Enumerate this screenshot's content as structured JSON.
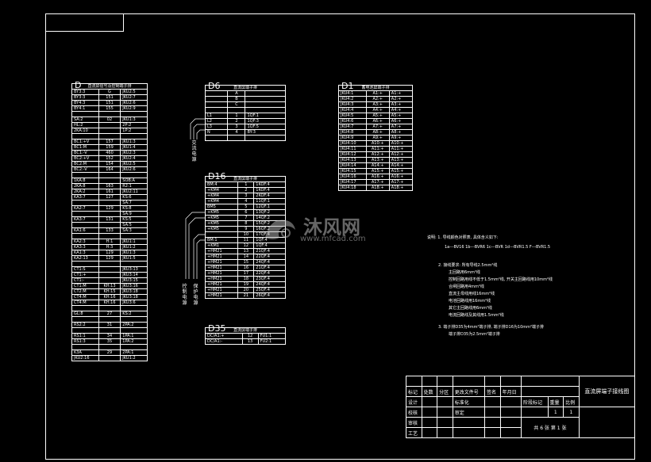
{
  "tableD": {
    "code": "D",
    "title": "直流屏信号及控制端子排",
    "rows": [
      [
        "BY3:3",
        "G",
        "JKU2:5"
      ],
      [
        "BY3:3",
        "151",
        "JKU2:7"
      ],
      [
        "BY4:3",
        "151",
        "JKU2:6"
      ],
      [
        "BY4:1",
        "155",
        "JKU2:9"
      ],
      [
        "",
        "",
        ""
      ],
      [
        "SA:2",
        "02",
        "JKU1:3"
      ],
      [
        "HL:2",
        "",
        "2P:2"
      ],
      [
        "2KA:10",
        "",
        "1P:2"
      ],
      [
        "",
        "",
        ""
      ],
      [
        "BC1:+V",
        "157",
        "JKU1:3"
      ],
      [
        "BC1:M",
        "159",
        "JKU1:4"
      ],
      [
        "BC1:-V",
        "460",
        "JKU2:3"
      ],
      [
        "BC2:+V",
        "152",
        "JKU2:4"
      ],
      [
        "BC2:M",
        "154",
        "JKU2:5"
      ],
      [
        "BC2:-V",
        "164",
        "JKU2:6"
      ],
      [
        "",
        "",
        ""
      ],
      [
        "1KA:8",
        "",
        "SOB:A"
      ],
      [
        "2KA:8",
        "163",
        "R2:1"
      ],
      [
        "2KA:2",
        "161",
        "JKU2:11"
      ],
      [
        "KA3:7",
        "127",
        "KS:6"
      ],
      [
        "",
        "",
        "SA:7"
      ],
      [
        "KA2:7",
        "129",
        "KS:8"
      ],
      [
        "",
        "",
        "SA:9"
      ],
      [
        "KA3:7",
        "131",
        "KS:5"
      ],
      [
        "",
        "",
        "SA:5"
      ],
      [
        "KA1:6",
        "133",
        "SA:3"
      ],
      [
        "",
        "",
        ""
      ],
      [
        "KA2:3",
        "H:1",
        "JKU1:1"
      ],
      [
        "KA3:3",
        "H:3",
        "JKU1:2"
      ],
      [
        "KA1:3",
        "129",
        "JKU1:3"
      ],
      [
        "KA2:13",
        "129",
        "JKU1:5"
      ],
      [
        "",
        "",
        ""
      ],
      [
        "CT1:S",
        "",
        "JKU3:13"
      ],
      [
        "CT1:+",
        "",
        "JKU3:14"
      ],
      [
        "CT1:-",
        "",
        "JKU3:15"
      ],
      [
        "CT1:M",
        "KH:13",
        "JKU3:16"
      ],
      [
        "CT2:M",
        "KH:15",
        "JKU3:18"
      ],
      [
        "CT4:M",
        "KH:16",
        "JKU3:18"
      ],
      [
        "CT4:M",
        "KH:16",
        "JKU3:6"
      ],
      [
        "",
        "",
        ""
      ],
      [
        "GL:8",
        "27",
        "KS:2"
      ],
      [
        "",
        "",
        ""
      ],
      [
        "RS2:2",
        "31",
        "2PA:2"
      ],
      [
        "",
        "",
        ""
      ],
      [
        "RS1:1",
        "34",
        "1PA:1"
      ],
      [
        "RS1:3",
        "35",
        "1PA:2"
      ],
      [
        "",
        "",
        ""
      ],
      [
        "K3A",
        "29",
        "2PA:1"
      ],
      [
        "JKU2:16",
        "",
        "JKU1:2"
      ]
    ]
  },
  "tableD6": {
    "code": "D6",
    "title": "直流屏端子排",
    "rows": [
      [
        "",
        "A",
        ""
      ],
      [
        "",
        "B",
        ""
      ],
      [
        "",
        "C",
        ""
      ],
      [
        "",
        "",
        ""
      ],
      [
        "L1",
        "1",
        "1QF:1"
      ],
      [
        "L2",
        "2",
        "1QF:3"
      ],
      [
        "L3",
        "3",
        "1QF:5"
      ],
      [
        "N",
        "4",
        "BY:3"
      ],
      [
        "",
        "",
        ""
      ]
    ],
    "vlabel": "交流电源"
  },
  "tableD16": {
    "code": "D16",
    "title": "直流屏端子排",
    "rows": [
      [
        "BM:4",
        "1",
        "1KOF:4"
      ],
      [
        "+KM4",
        "2",
        "1KOF:4"
      ],
      [
        "+KM4",
        "3",
        "2KOF:4"
      ],
      [
        "+KM4",
        "4",
        "11QF:1"
      ],
      [
        "BM5",
        "5",
        "12QF:1"
      ],
      [
        "+KM5",
        "6",
        "13QF:2"
      ],
      [
        "+KM5",
        "7",
        "14QF:2"
      ],
      [
        "+KM5",
        "8",
        "15QF:2"
      ],
      [
        "+KM5",
        "9",
        "16QF:2"
      ],
      [
        "",
        "10",
        "17QF:4"
      ],
      [
        "BM:1",
        "11",
        "1QF:4"
      ],
      [
        "+KM1",
        "12",
        "1QF:4"
      ],
      [
        "+HM21",
        "13",
        "21QF:4"
      ],
      [
        "+HM21",
        "14",
        "22QF:4"
      ],
      [
        "+HM21",
        "15",
        "24QF:4"
      ],
      [
        "+HM21",
        "16",
        "21QF:4"
      ],
      [
        "+HM21",
        "17",
        "22QF:4"
      ],
      [
        "+HM21",
        "18",
        "23QF:4"
      ],
      [
        "+HM21",
        "19",
        "24QF:4"
      ],
      [
        "+HM21",
        "20",
        "25QF:4"
      ],
      [
        "+HM21",
        "21",
        "26QF:4"
      ]
    ],
    "vlabel1": "控制电源",
    "vlabel2": "保护电源"
  },
  "tableD35": {
    "code": "D35",
    "title": "直流屏端子排",
    "rows": [
      [
        "DC/A1:+",
        "12",
        "FU1:1"
      ],
      [
        "DC/A1:-",
        "13",
        "FU2:1"
      ]
    ]
  },
  "tableD1": {
    "code": "D1",
    "title": "蓄电池屏端子排",
    "rows": [
      [
        "JKU4:1",
        "A1:+",
        "A1:+"
      ],
      [
        "JKU4:2",
        "A2:+",
        "A2:+"
      ],
      [
        "JKU4:3",
        "A3:+",
        "A3:+"
      ],
      [
        "JKU4:4",
        "A4:+",
        "A4:+"
      ],
      [
        "JKU4:5",
        "A5:+",
        "A5:+"
      ],
      [
        "JKU4:6",
        "A6:+",
        "A6:+"
      ],
      [
        "JKU4:7",
        "A7:+",
        "A7:+"
      ],
      [
        "JKU4:8",
        "A8:+",
        "A8:+"
      ],
      [
        "JKU4:9",
        "A9:+",
        "A9:+"
      ],
      [
        "JKU4:10",
        "A10:+",
        "A10:+"
      ],
      [
        "JKU4:11",
        "A11:+",
        "A11:+"
      ],
      [
        "JKU4:12",
        "A12:+",
        "A12:+"
      ],
      [
        "JKU4:13",
        "A13:+",
        "A13:+"
      ],
      [
        "JKU4:14",
        "A14:+",
        "A14:+"
      ],
      [
        "JKU4:15",
        "A15:+",
        "A15:+"
      ],
      [
        "JKU4:16",
        "A16:+",
        "A16:+"
      ],
      [
        "JKU4:17",
        "A17:+",
        "A17:+"
      ],
      [
        "JKU4:18",
        "A18:+",
        "A18:+"
      ]
    ]
  },
  "notes": [
    "说明: 1. 导线颜色对照表, 具体含义如下:",
    "1a---BV16   1b---BVR6    1c---BVR    1d---BVR1.5   F---BVR1.5",
    "2. 接线要求: 所有导线2.5mm²线",
    "主回路用6mm²线",
    "控制回路用线不低于1.5mm²线, 开关主回路线用10mm²线",
    "合闸回路用4mm²线",
    "直流主母线用线16mm²线",
    "电池回路线用16mm²线",
    "其它主回路线用6mm²线",
    "电流回路线及其线用1.5mm²线",
    "3. 端子排D35为4mm²端子排, 端子排D16为10mm²端子排",
    "端子排D35为2.5mm²端子排"
  ],
  "titleblock": {
    "drawing_title": "直流屏端子接线图",
    "header": [
      "标记",
      "处数",
      "分区",
      "更改文件号",
      "签名",
      "年月日"
    ],
    "rows": [
      [
        "设计",
        "",
        "",
        "标准化",
        ""
      ],
      [
        "校核",
        "",
        "",
        "审定",
        ""
      ],
      [
        "审核",
        "",
        "",
        "",
        ""
      ],
      [
        "工艺",
        "",
        "",
        "",
        ""
      ]
    ],
    "stage_label": "阶段标记",
    "weight_label": "重量",
    "scale_label": "比例",
    "weight": "1",
    "scale": "1",
    "sheets": "共 6 张  第 1 张"
  },
  "watermark": {
    "brand": "沐风网",
    "url": "www.mfcad.com"
  }
}
